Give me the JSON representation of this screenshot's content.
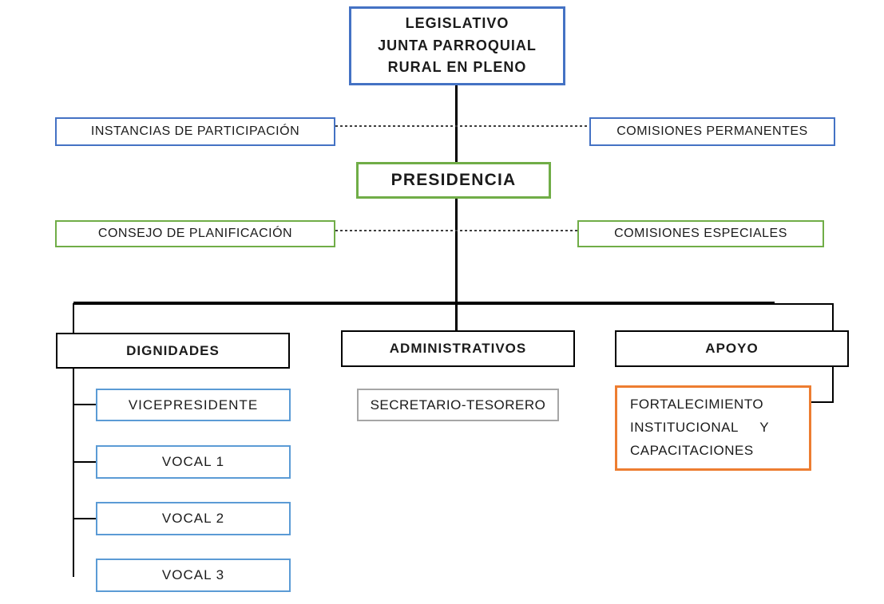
{
  "diagram_type": "organizational-chart",
  "colors": {
    "blue_border": "#4472C4",
    "green_border": "#70AD47",
    "light_blue_border": "#5B9BD5",
    "orange_border": "#ED7D31",
    "gray_border": "#A6A6A6",
    "black_border": "#000000",
    "connector": "#000000",
    "dotted_connector": "#3d3d3d",
    "background": "#ffffff",
    "text": "#1b1b1b"
  },
  "nodes": {
    "legislativo": {
      "lines": [
        "LEGISLATIVO",
        "JUNTA PARROQUIAL",
        "RURAL EN PLENO"
      ]
    },
    "instancias": {
      "label": "INSTANCIAS DE PARTICIPACIÓN"
    },
    "comisiones_permanentes": {
      "label": "COMISIONES PERMANENTES"
    },
    "presidencia": {
      "label": "PRESIDENCIA"
    },
    "consejo_planificacion": {
      "label": "CONSEJO DE PLANIFICACIÓN"
    },
    "comisiones_especiales": {
      "label": "COMISIONES ESPECIALES"
    },
    "dignidades": {
      "label": "DIGNIDADES"
    },
    "administrativos": {
      "label": "ADMINISTRATIVOS"
    },
    "apoyo": {
      "label": "APOYO"
    },
    "vicepresidente": {
      "label": "VICEPRESIDENTE"
    },
    "vocal_1": {
      "label": "VOCAL 1"
    },
    "vocal_2": {
      "label": "VOCAL 2"
    },
    "vocal_3": {
      "label": "VOCAL 3"
    },
    "secretario_tesorero": {
      "label": "SECRETARIO-TESORERO"
    },
    "fortalecimiento": {
      "lines": [
        "FORTALECIMIENTO",
        "INSTITUCIONAL Y",
        "CAPACITACIONES"
      ]
    }
  },
  "edges": [
    {
      "from": "legislativo",
      "to": "presidencia",
      "style": "solid"
    },
    {
      "from": "instancias",
      "to": "legislativo-presidencia-trunk",
      "style": "dotted"
    },
    {
      "from": "comisiones_permanentes",
      "to": "legislativo-presidencia-trunk",
      "style": "dotted"
    },
    {
      "from": "consejo_planificacion",
      "to": "presidencia-trunk",
      "style": "dotted"
    },
    {
      "from": "comisiones_especiales",
      "to": "presidencia-trunk",
      "style": "dotted"
    },
    {
      "from": "presidencia",
      "to": "dignidades",
      "style": "solid"
    },
    {
      "from": "presidencia",
      "to": "administrativos",
      "style": "solid"
    },
    {
      "from": "presidencia",
      "to": "apoyo",
      "style": "solid"
    },
    {
      "from": "dignidades",
      "to": "vicepresidente",
      "style": "solid"
    },
    {
      "from": "dignidades",
      "to": "vocal_1",
      "style": "solid"
    },
    {
      "from": "dignidades",
      "to": "vocal_2",
      "style": "solid"
    },
    {
      "from": "dignidades",
      "to": "vocal_3",
      "style": "solid"
    },
    {
      "from": "apoyo",
      "to": "fortalecimiento",
      "style": "solid"
    }
  ]
}
